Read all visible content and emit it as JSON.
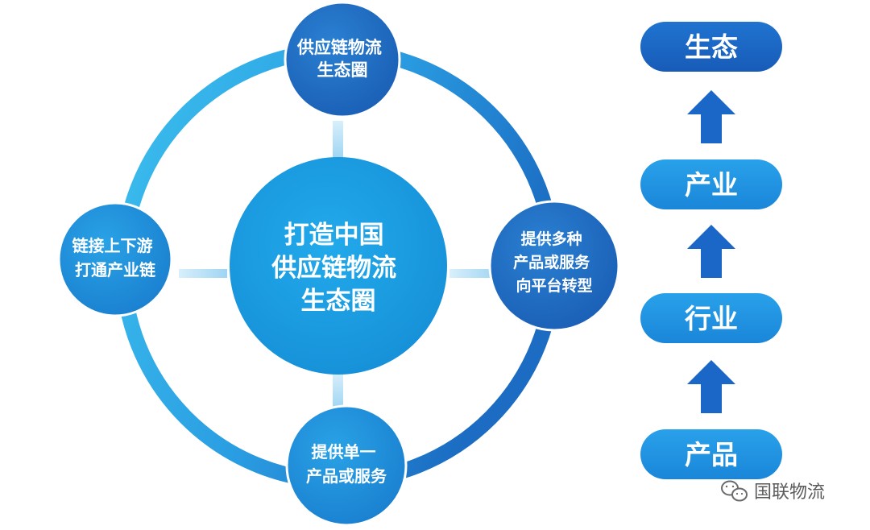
{
  "center": {
    "lines": [
      "打造中国",
      "供应链物流",
      "生态圈"
    ]
  },
  "nodes": {
    "top": {
      "lines": [
        "供应链物流",
        "生态圈"
      ]
    },
    "right": {
      "lines": [
        "提供多种",
        "产品或服务",
        "向平台转型"
      ]
    },
    "bottom": {
      "lines": [
        "提供单一",
        "产品或服务"
      ]
    },
    "left": {
      "lines": [
        "链接上下游",
        "打通产业链"
      ]
    }
  },
  "hierarchy": {
    "levels": [
      "生态",
      "产业",
      "行业",
      "产品"
    ]
  },
  "watermark": {
    "text": "国联物流",
    "icon": "wechat-icon"
  },
  "colors": {
    "ring_light": "#3ab8ea",
    "ring_dark": "#1d6fc4",
    "center": "#1a9ae0",
    "node_dark": "#1a6fc3",
    "node_mid": "#1c8fdb",
    "pill_dark": "#1a66c6",
    "pill_mid": "#1f8fe0",
    "arrow": "#1b67c8",
    "connector": "#aedcf5"
  }
}
